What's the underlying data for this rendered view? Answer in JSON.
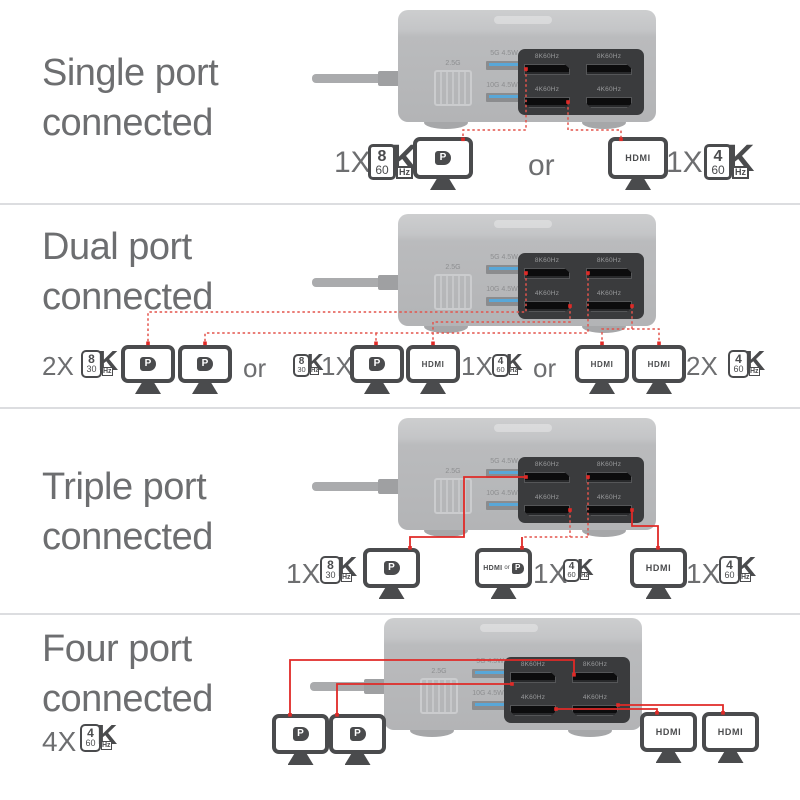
{
  "colors": {
    "accent_red": "#e02a27",
    "dashed_red": "#e4544c",
    "heading_gray": "#6d6e70",
    "monitor_dark": "#4a4b4d",
    "panel_dark": "#3a3b3d",
    "usb_blue": "#58a7d8"
  },
  "sections": [
    {
      "title_line1": "Single port",
      "title_line2": "connected"
    },
    {
      "title_line1": "Dual port",
      "title_line2": "connected"
    },
    {
      "title_line1": "Triple port",
      "title_line2": "connected"
    },
    {
      "title_line1": "Four port",
      "title_line2": "connected"
    }
  ],
  "dock": {
    "ethernet_label": "2.5G",
    "usb_top_label": "5G 4.5W",
    "usb_bottom_label": "10G 4.5W",
    "dp_port1_label": "8K60Hz",
    "dp_port2_label": "8K60Hz",
    "hdmi_port1_label": "4K60Hz",
    "hdmi_port2_label": "4K60Hz"
  },
  "badges": {
    "k8_60": {
      "res": "8",
      "k": "K",
      "rate": "60",
      "hz": "Hz"
    },
    "k8_30": {
      "res": "8",
      "k": "K",
      "rate": "30",
      "hz": "Hz"
    },
    "k4_60": {
      "res": "4",
      "k": "K",
      "rate": "60",
      "hz": "Hz"
    }
  },
  "labels": {
    "x1": "1X",
    "x2": "2X",
    "x4": "4X",
    "or": "or",
    "hdmi_logo": "HDMI",
    "dp_logo_letter": "P"
  }
}
